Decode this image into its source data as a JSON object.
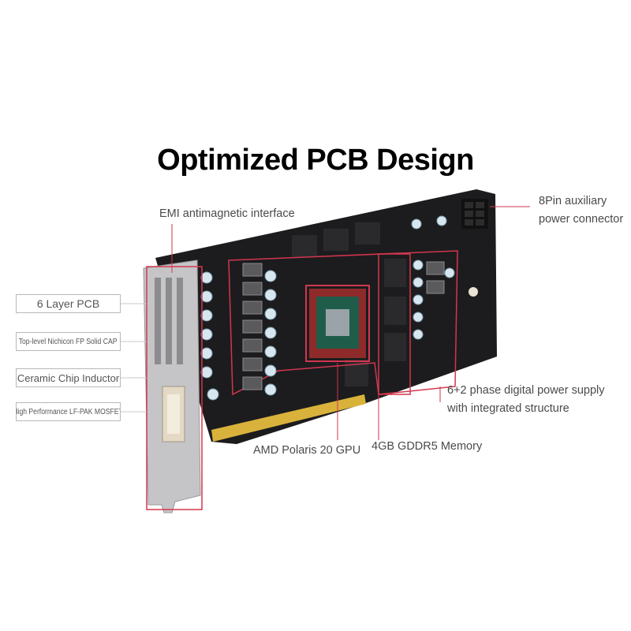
{
  "title": "Optimized PCB Design",
  "colors": {
    "highlight": "#d3364f",
    "board": "#1c1c1e",
    "bracket": "#c5c5c8",
    "gold": "#d9b23c",
    "text": "#4a4a4a"
  },
  "callouts": {
    "emi": "EMI antimagnetic interface",
    "power_connector_line1": "8Pin auxiliary",
    "power_connector_line2": "power connector",
    "power_supply_line1": "6+2 phase digital power supply",
    "power_supply_line2": "with integrated structure",
    "gpu": "AMD Polaris 20 GPU",
    "memory": "4GB GDDR5 Memory"
  },
  "feature_boxes": [
    {
      "label": "6 Layer PCB"
    },
    {
      "label": "Top-level Nichicon FP Solid CAP"
    },
    {
      "label": "Ceramic Chip Inductor"
    },
    {
      "label": "High Performance LF-PAK MOSFET"
    }
  ]
}
